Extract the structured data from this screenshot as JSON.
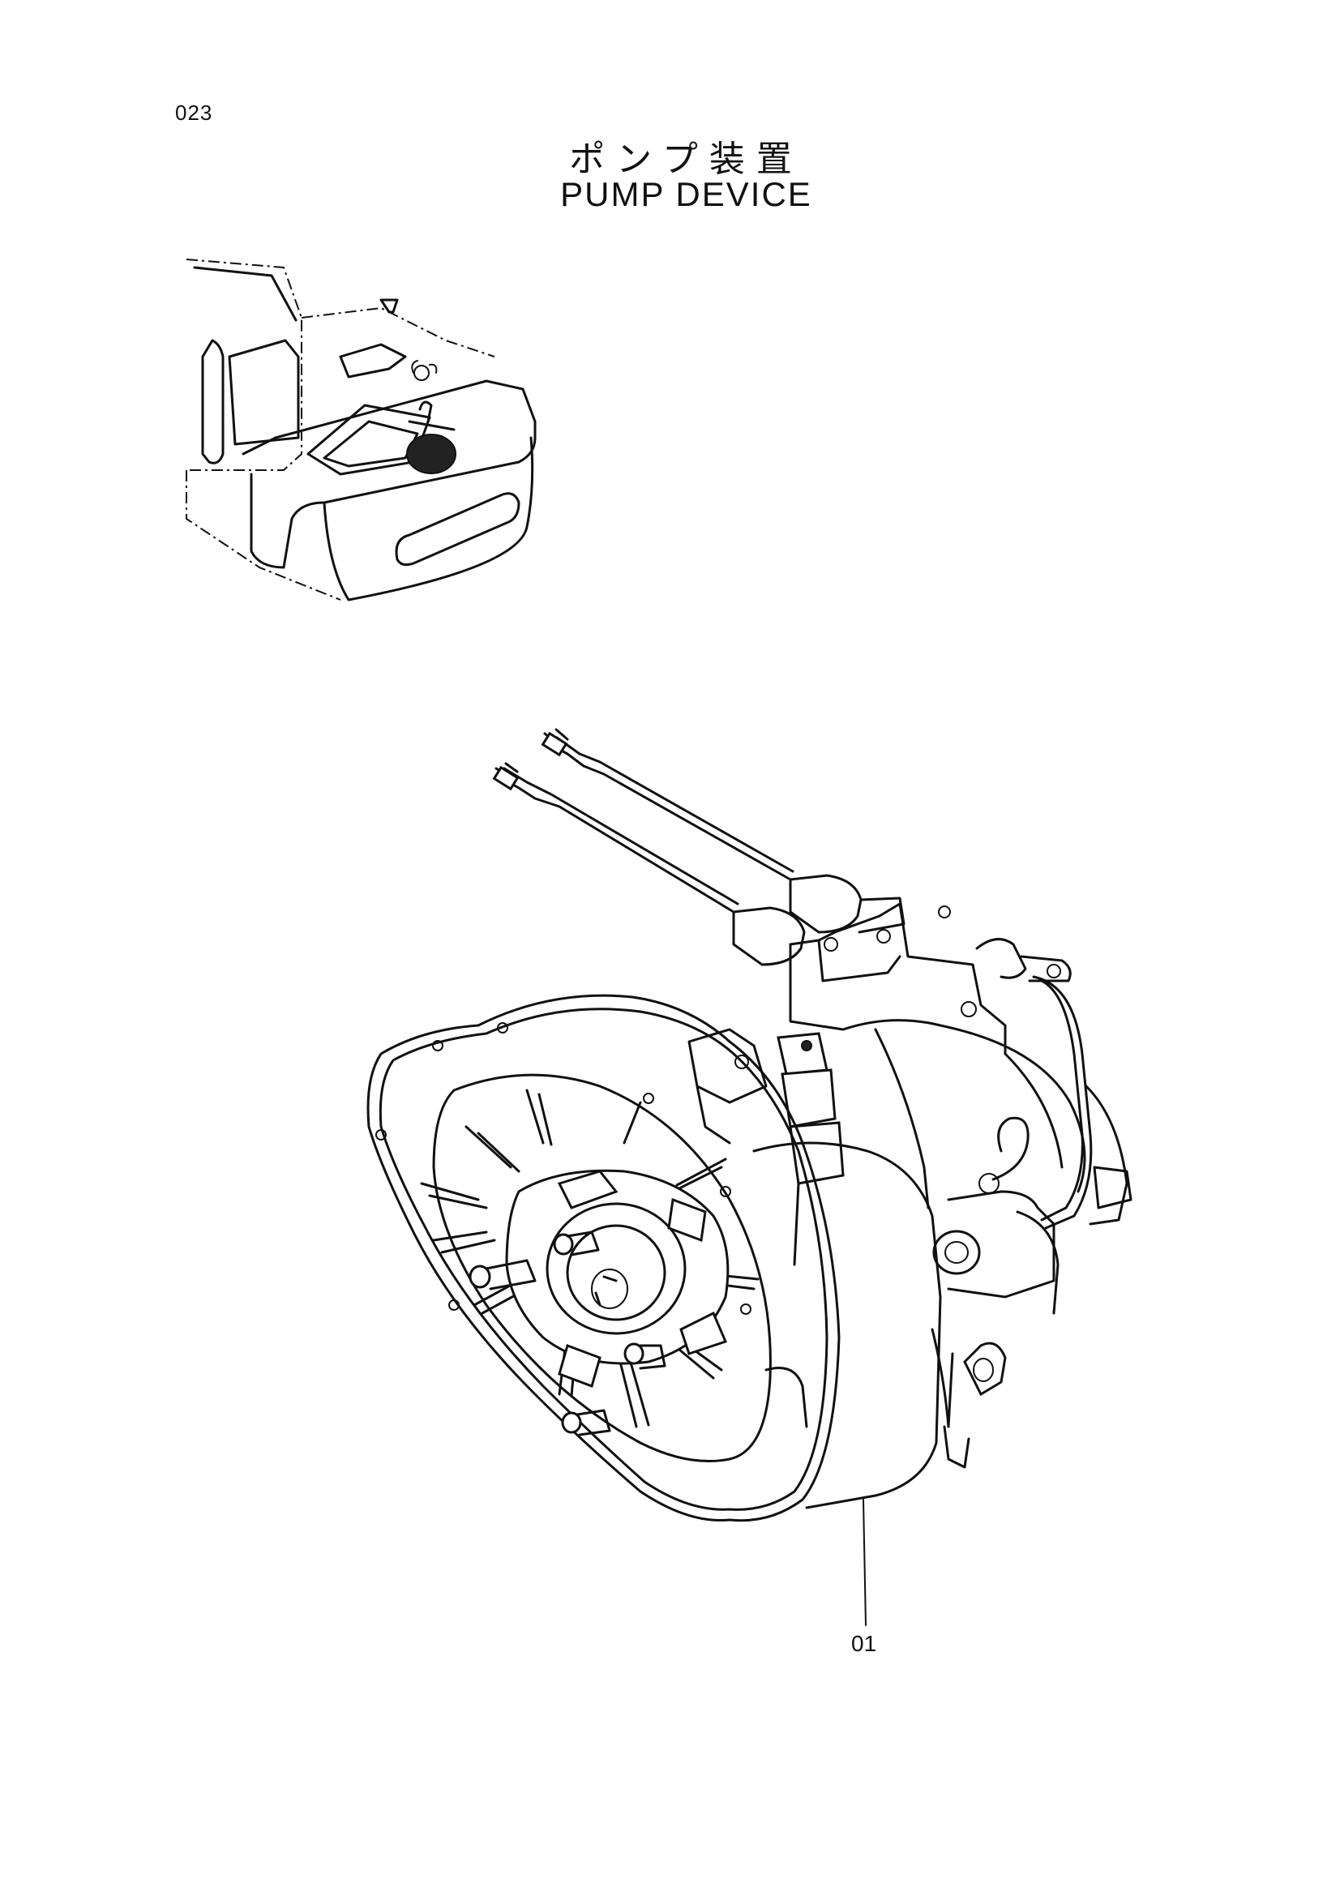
{
  "page": {
    "number": "023",
    "title_jp": "ポンプ装置",
    "title_en": "PUMP DEVICE"
  },
  "callouts": [
    {
      "label": "01"
    }
  ]
}
